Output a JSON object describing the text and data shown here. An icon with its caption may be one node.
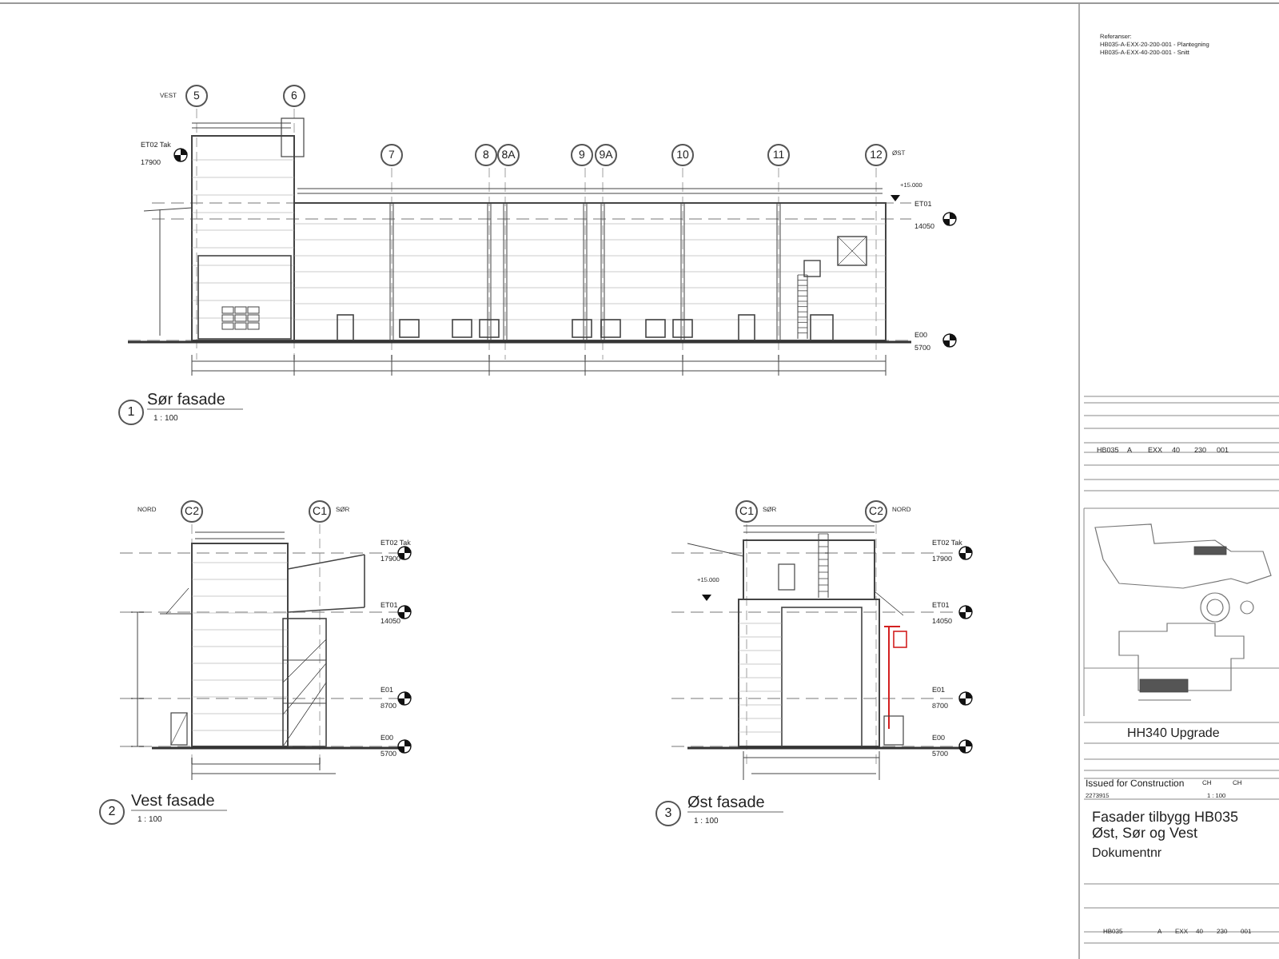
{
  "diagram": {
    "labels": [
      "VEST",
      "5",
      "6",
      "7",
      "8",
      "8A",
      "9",
      "9A",
      "10",
      "11",
      "12",
      "ØST",
      "ET02 Tak",
      "17900",
      "+15.000",
      "ET01",
      "14050",
      "E00",
      "5700",
      "1",
      "Sør fasade",
      "1 : 100",
      "NORD",
      "C2",
      "C1",
      "SØR",
      "ET02 Tak",
      "17900",
      "ET01",
      "14050",
      "E01",
      "8700",
      "E00",
      "5700",
      "2",
      "Vest fasade",
      "1 : 100",
      "C1",
      "SØR",
      "C2",
      "NORD",
      "ET02 Tak",
      "17900",
      "+15.000",
      "ET01",
      "14050",
      "E01",
      "8700",
      "E00",
      "5700",
      "3",
      "Øst fasade",
      "1 : 100",
      "Referanser:",
      "HB035-A-EXX-20-200-001 - Plantegning",
      "HB035-A-EXX-40-200-001 - Snitt",
      "HB035",
      "A",
      "EXX",
      "40",
      "230",
      "001",
      "HH340 Upgrade",
      "Issued for Construction",
      "CH",
      "CH",
      "2273915",
      "1 : 100",
      "Fasader tilbygg HB035 Øst, Sør og Vest",
      "Dokumentnr",
      "HB035",
      "A",
      "EXX",
      "40",
      "230",
      "001"
    ]
  }
}
